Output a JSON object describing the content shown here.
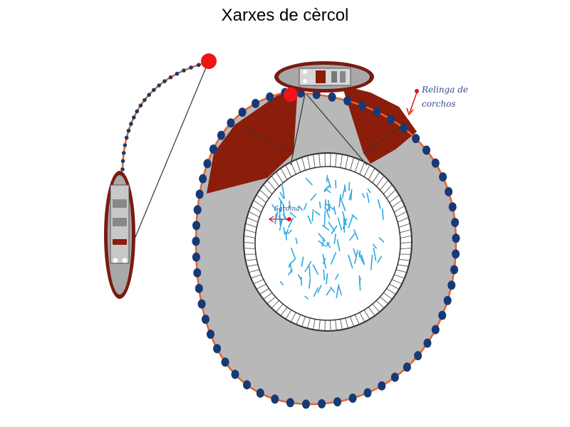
{
  "title": "Xarxes de cèrcol",
  "labels": {
    "relinga": "Relinga de",
    "relinga_line2": "corchos",
    "fish": "Sardina"
  },
  "colors": {
    "float_blue": "#163a78",
    "line_orange": "#e8642a",
    "buoy_red": "#f01414",
    "net_dark_red": "#8b1d0b",
    "net_gray": "#b8b8b8",
    "fish_blue": "#2fa8e0",
    "boat_gray": "#a8a8a8",
    "boat_rim": "#7a1a12"
  },
  "icons": {
    "fish": "fish-stroke-icon",
    "buoy": "red-buoy-icon",
    "float": "cork-float-icon",
    "boat": "boat-topview-icon"
  }
}
